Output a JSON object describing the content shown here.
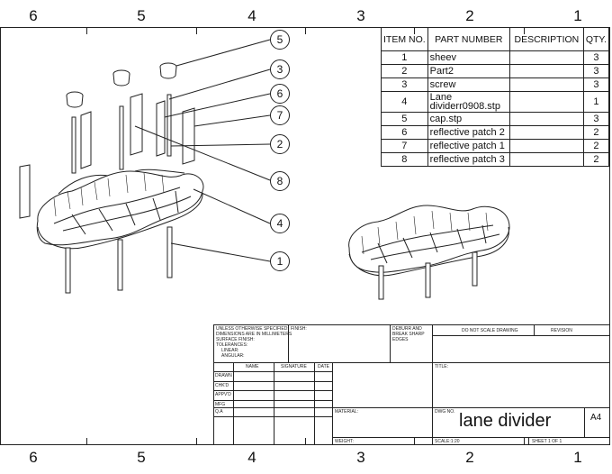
{
  "zones": {
    "top": [
      "6",
      "5",
      "4",
      "3",
      "2",
      "1"
    ],
    "bottom": [
      "6",
      "5",
      "4",
      "3",
      "2",
      "1"
    ]
  },
  "bom": {
    "headers": {
      "item_no": "ITEM NO.",
      "part_number": "PART NUMBER",
      "description": "DESCRIPTION",
      "qty": "QTY."
    },
    "rows": [
      {
        "item": "1",
        "part": "sheev",
        "desc": "",
        "qty": "3"
      },
      {
        "item": "2",
        "part": "Part2",
        "desc": "",
        "qty": "3"
      },
      {
        "item": "3",
        "part": "screw",
        "desc": "",
        "qty": "3"
      },
      {
        "item": "4",
        "part": "Lane dividerr0908.stp",
        "desc": "",
        "qty": "1"
      },
      {
        "item": "5",
        "part": "cap.stp",
        "desc": "",
        "qty": "3"
      },
      {
        "item": "6",
        "part": "reflective patch 2",
        "desc": "",
        "qty": "2"
      },
      {
        "item": "7",
        "part": "reflective patch 1",
        "desc": "",
        "qty": "2"
      },
      {
        "item": "8",
        "part": "reflective patch 3",
        "desc": "",
        "qty": "2"
      }
    ]
  },
  "balloons": [
    "5",
    "3",
    "6",
    "7",
    "2",
    "8",
    "4",
    "1"
  ],
  "title_block": {
    "tolerance_note": [
      "UNLESS OTHERWISE SPECIFIED:",
      "DIMENSIONS ARE IN MILLIMETERS",
      "SURFACE FINISH:",
      "TOLERANCES:",
      "LINEAR:",
      "ANGULAR:"
    ],
    "finish": "FINISH:",
    "deburr": [
      "DEBURR AND",
      "BREAK SHARP",
      "EDGES"
    ],
    "do_not_scale": "DO NOT SCALE DRAWING",
    "revision": "REVISION",
    "col_name": "NAME",
    "col_signature": "SIGNATURE",
    "col_date": "DATE",
    "rows": [
      "DRAWN",
      "CHK'D",
      "APPV'D",
      "MFG",
      "Q.A"
    ],
    "title_label": "TITLE:",
    "material": "MATERIAL:",
    "weight": "WEIGHT:",
    "dwg_no": "DWG NO.",
    "drawing_title": "lane divider",
    "size": "A4",
    "scale": "SCALE:1:20",
    "sheet": "SHEET 1 OF 1"
  }
}
